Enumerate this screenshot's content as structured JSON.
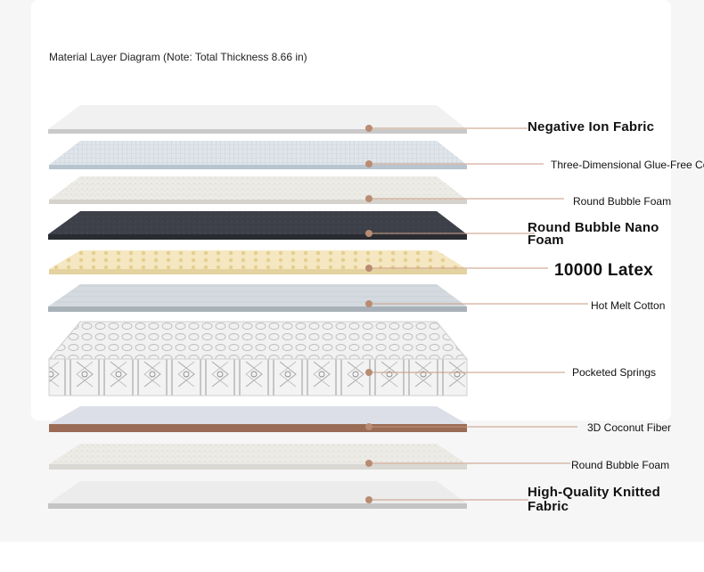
{
  "title": "Material Layer Diagram (Note: Total Thickness 8.66 in)",
  "layers": [
    {
      "label": "Negative Ion Fabric"
    },
    {
      "label": "Three-Dimensional Glue-Free Cotton"
    },
    {
      "label": "Round Bubble Foam"
    },
    {
      "label": "Round Bubble Nano Foam"
    },
    {
      "label": "10000 Latex"
    },
    {
      "label": "Hot Melt Cotton"
    },
    {
      "label": "Pocketed Springs"
    },
    {
      "label": "3D Coconut Fiber"
    },
    {
      "label": "Round Bubble Foam"
    },
    {
      "label": "High-Quality Knitted Fabric"
    }
  ],
  "colors": {
    "leader": "#c79a80",
    "marker": "#b98c72"
  }
}
